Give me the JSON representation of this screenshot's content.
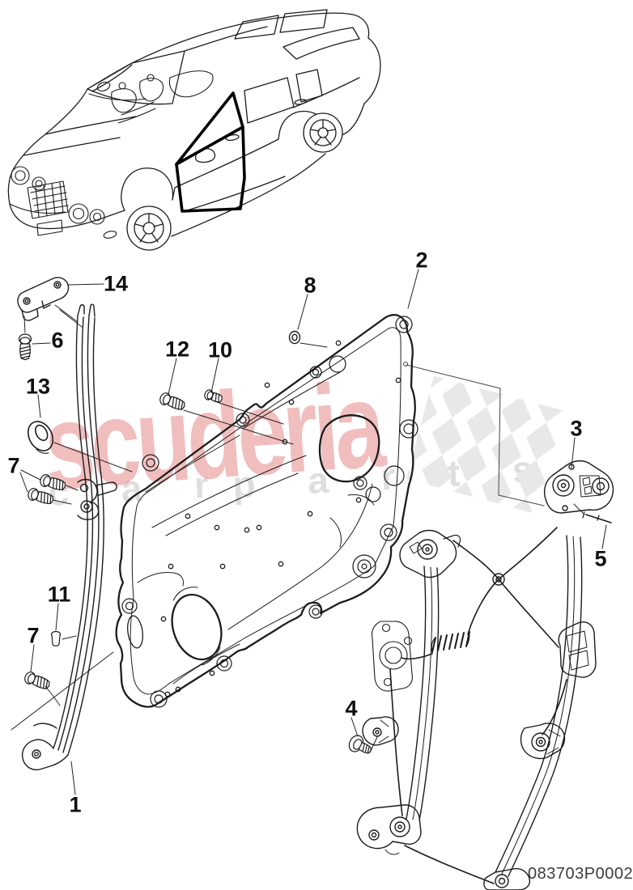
{
  "watermark": {
    "brand": "scuderia",
    "tagline_word1": "c a r",
    "tagline_word2": "p a r t s",
    "brand_color": "#d95353",
    "checker_color": "#e8e8e8"
  },
  "footer": {
    "part_number": "083703P0002"
  },
  "callouts": [
    {
      "label": "14"
    },
    {
      "label": "6"
    },
    {
      "label": "13"
    },
    {
      "label": "7"
    },
    {
      "label": "11"
    },
    {
      "label": "7"
    },
    {
      "label": "1"
    },
    {
      "label": "12"
    },
    {
      "label": "10"
    },
    {
      "label": "8"
    },
    {
      "label": "2"
    },
    {
      "label": "3"
    },
    {
      "label": "5"
    },
    {
      "label": "4"
    }
  ]
}
